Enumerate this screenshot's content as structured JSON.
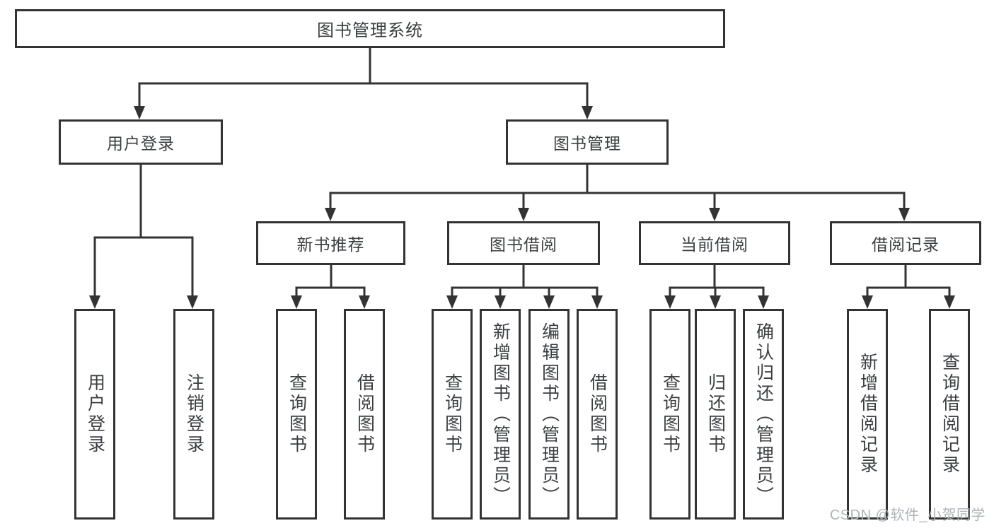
{
  "diagram": {
    "watermark": "CSDN @软件_小贺同学",
    "colors": {
      "line": "#333333",
      "text": "#3b3e42",
      "background": "#ffffff",
      "watermark": "#aeb3b9"
    },
    "tree": {
      "root": {
        "label": "图书管理系统",
        "children": [
          {
            "label": "用户登录",
            "children": [
              {
                "label": "用户登录"
              },
              {
                "label": "注销登录"
              }
            ]
          },
          {
            "label": "图书管理",
            "children": [
              {
                "label": "新书推荐",
                "children": [
                  {
                    "label": "查询图书"
                  },
                  {
                    "label": "借阅图书"
                  }
                ]
              },
              {
                "label": "图书借阅",
                "children": [
                  {
                    "label": "查询图书"
                  },
                  {
                    "label": "新增图书（管理员）"
                  },
                  {
                    "label": "编辑图书（管理员）"
                  },
                  {
                    "label": "借阅图书"
                  }
                ]
              },
              {
                "label": "当前借阅",
                "children": [
                  {
                    "label": "查询图书"
                  },
                  {
                    "label": "归还图书"
                  },
                  {
                    "label": "确认归还（管理员）"
                  }
                ]
              },
              {
                "label": "借阅记录",
                "children": [
                  {
                    "label": "新增借阅记录"
                  },
                  {
                    "label": "查询借阅记录"
                  }
                ]
              }
            ]
          }
        ]
      }
    }
  }
}
